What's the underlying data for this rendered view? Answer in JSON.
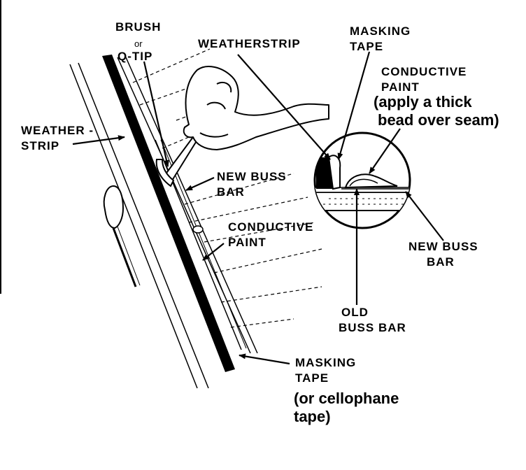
{
  "labels": {
    "brush": "BRUSH",
    "or": "or",
    "qtip": "Q-TIP",
    "weatherstrip_top": "WEATHERSTRIP",
    "weather_left_1": "WEATHER -",
    "weather_left_2": "STRIP",
    "masking_tape_top_1": "MASKING",
    "masking_tape_top_2": "TAPE",
    "conductive_paint_top_1": "CONDUCTIVE",
    "conductive_paint_top_2": "PAINT",
    "apply_note_1": "(apply a thick",
    "apply_note_2": "bead over seam)",
    "new_buss_bar_mid_1": "NEW BUSS",
    "new_buss_bar_mid_2": "BAR",
    "conductive_paint_mid_1": "CONDUCTIVE",
    "conductive_paint_mid_2": "PAINT",
    "new_buss_bar_right_1": "NEW BUSS",
    "new_buss_bar_right_2": "BAR",
    "old_buss_bar_1": "OLD",
    "old_buss_bar_2": "BUSS BAR",
    "masking_tape_bottom_1": "MASKING",
    "masking_tape_bottom_2": "TAPE",
    "cellophane_note_1": "(or cellophane",
    "cellophane_note_2": "tape)"
  },
  "colors": {
    "ink": "#000000",
    "paper": "#ffffff"
  }
}
